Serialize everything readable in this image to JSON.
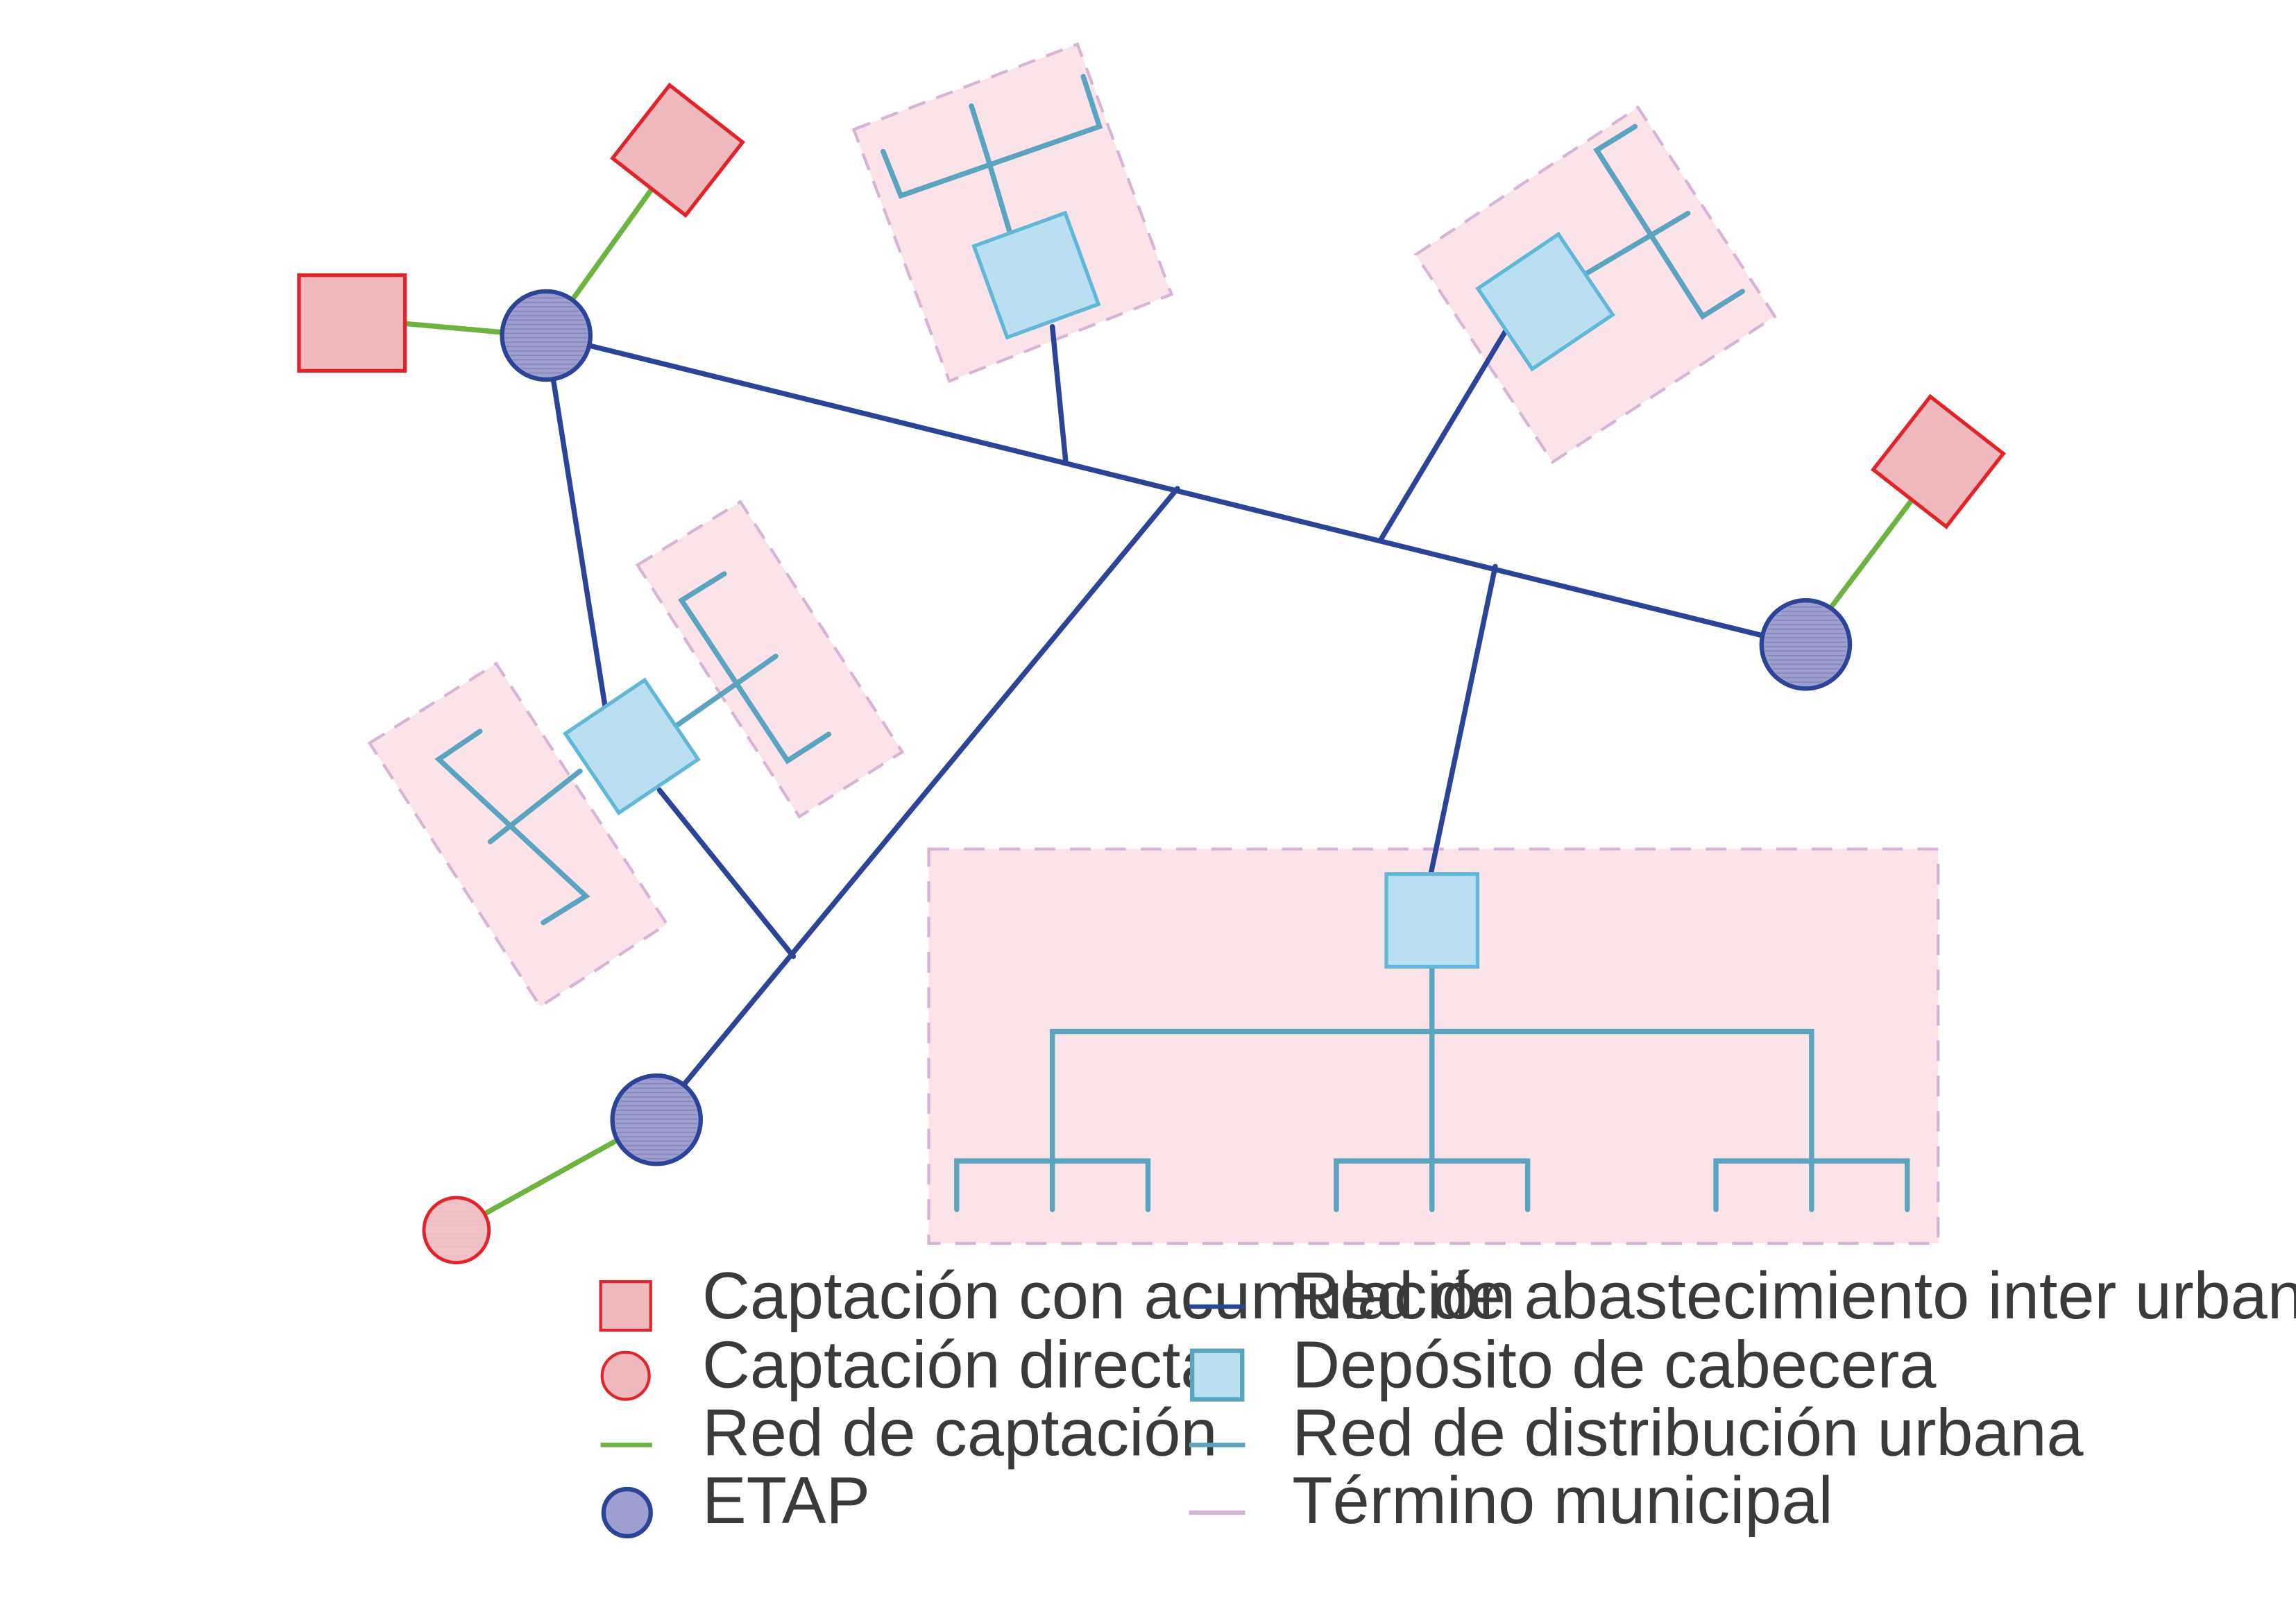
{
  "colors": {
    "captacion_fill": "#efb9bd",
    "captacion_stroke": "#e1232a",
    "red_captacion": "#6db33f",
    "etap_fill": "#9e9fd0",
    "etap_stroke": "#2b4497",
    "red_inter_urbana": "#2b4497",
    "deposito_fill": "#b9dff0",
    "deposito_stroke": "#61b7d8",
    "red_distribucion": "#5ba4bf",
    "termino_fill": "#fbe3ea",
    "termino_stroke": "#d6b4d6"
  },
  "legend": {
    "captacion_acumulacion": "Captación con acumulación",
    "captacion_directa": "Captación directa",
    "red_captacion": "Red de captación",
    "etap": "ETAP",
    "red_inter_urbana": "Red de abastecimiento inter urbana",
    "deposito_cabecera": "Depósito de cabecera",
    "red_distribucion": "Red de distribución urbana",
    "termino_municipal": "Término municipal"
  }
}
